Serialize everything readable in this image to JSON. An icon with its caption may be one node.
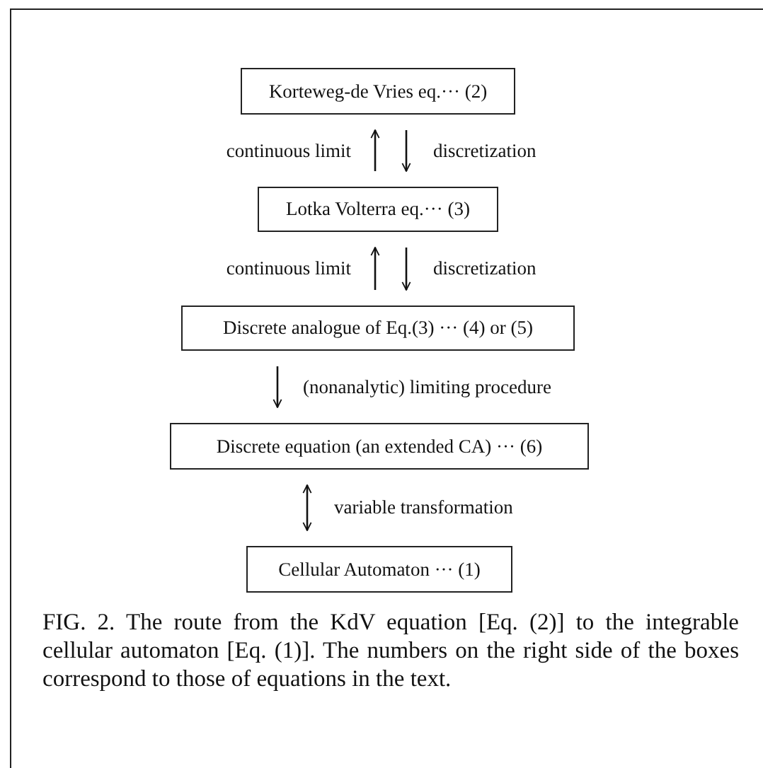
{
  "diagram": {
    "nodes": [
      {
        "text": [
          "Korteweg-de Vries eq.··· (2)"
        ]
      },
      {
        "text": [
          "Lotka Volterra eq.··· (3)"
        ]
      },
      {
        "text": [
          "Discrete analogue of Eq.(3) ··· (4) or (5)"
        ]
      },
      {
        "text": [
          "Discrete equation (an extended CA) ··· (6)"
        ]
      },
      {
        "text": [
          "Cellular Automaton ··· (1)"
        ]
      }
    ],
    "edges": [
      {
        "from": 1,
        "to": 0,
        "arrow": "to",
        "label": "continuous limit"
      },
      {
        "from": 0,
        "to": 1,
        "arrow": "to",
        "label": "discretization"
      },
      {
        "from": 2,
        "to": 1,
        "arrow": "to",
        "label": "continuous limit"
      },
      {
        "from": 1,
        "to": 2,
        "arrow": "to",
        "label": "discretization"
      },
      {
        "from": 2,
        "to": 3,
        "arrow": "to",
        "label": "(nonanalytic) limiting procedure"
      },
      {
        "from": 3,
        "to": 4,
        "arrow": "both",
        "label": "variable transformation"
      }
    ],
    "caption": "FIG. 2.  The route from the KdV equation [Eq. (2)] to the integrable cellular automaton [Eq. (1)].  The numbers on the right side of the boxes correspond to those of equations in the text."
  }
}
